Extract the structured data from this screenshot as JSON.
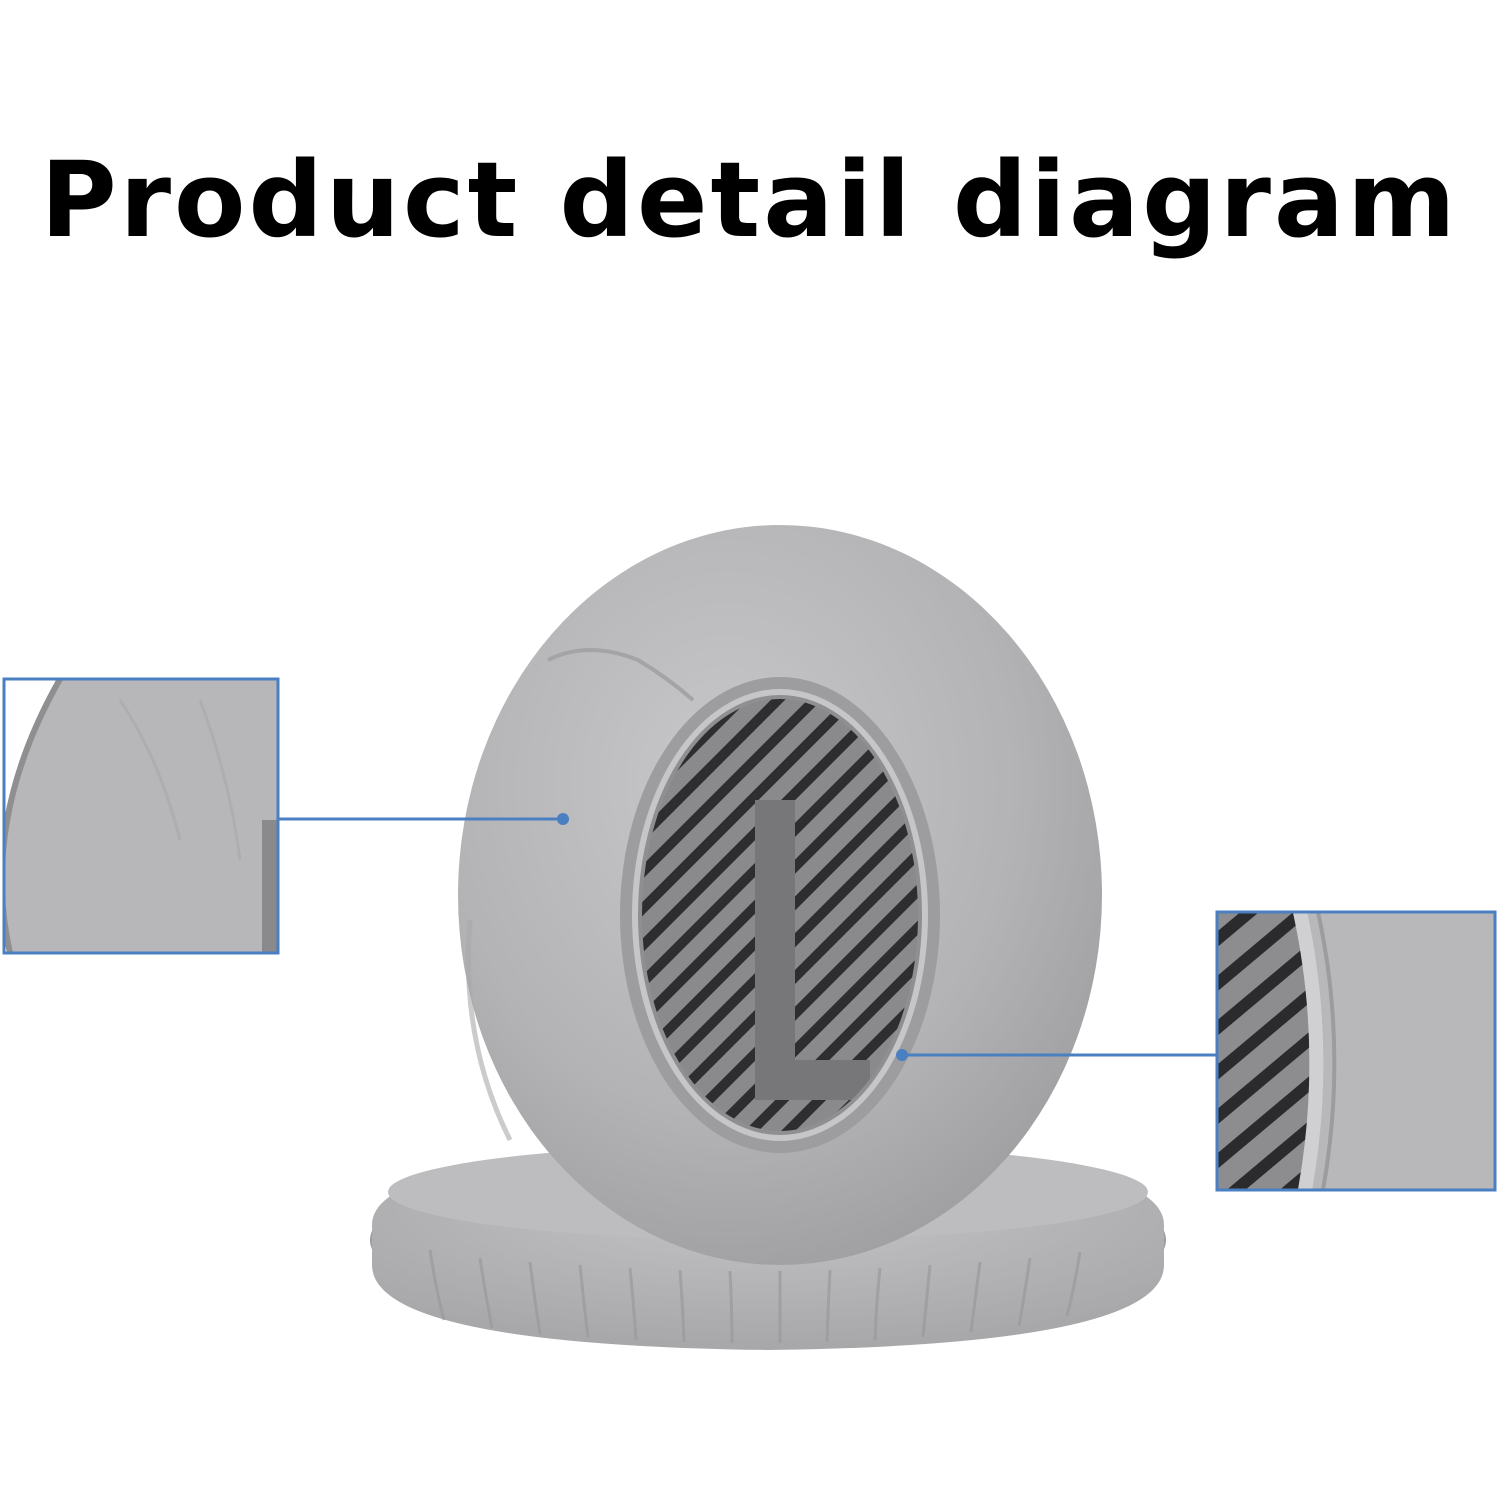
{
  "title": "Product detail diagram",
  "icons": {
    "main": "ear-cushion-image",
    "zoom_left": "leather-texture-closeup",
    "zoom_right": "mesh-fabric-closeup"
  },
  "colors": {
    "background": "#ffffff",
    "title": "#000000",
    "callout": "#4a7fc1",
    "leather": "#b4b4b6",
    "mesh": "#6b6b6e"
  }
}
